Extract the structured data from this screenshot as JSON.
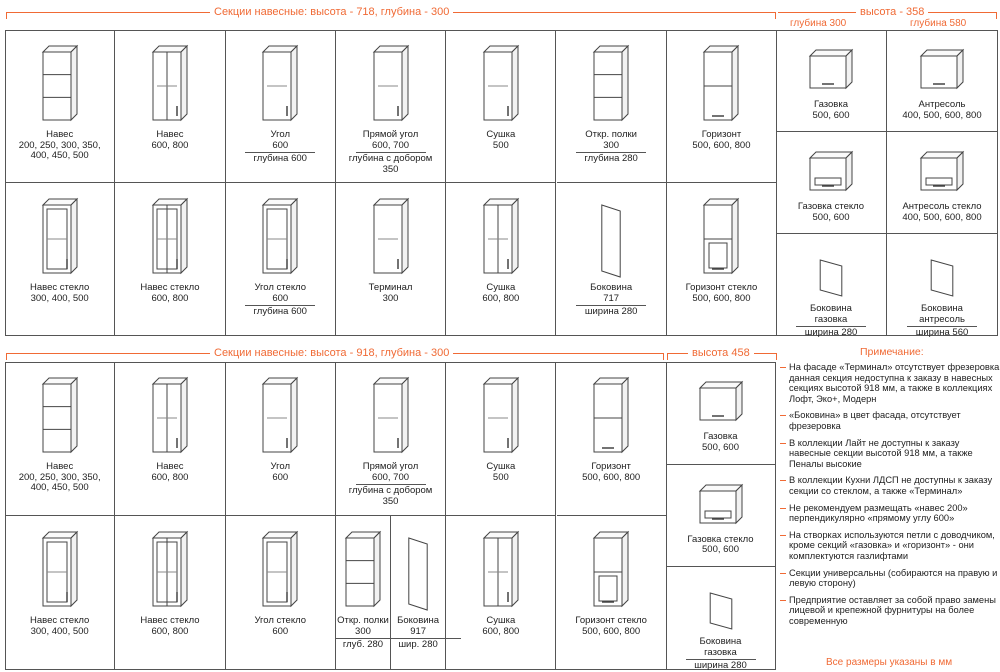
{
  "sections": {
    "top_title": "Секции навесные: высота - 718, глубина - 300",
    "top_side_title": "высота - 358",
    "top_side_sub1": "глубина 300",
    "top_side_sub2": "глубина 580",
    "bottom_title": "Секции навесные: высота - 918, глубина - 300",
    "bottom_side_title": "высота 458",
    "notes_title": "Примечание:"
  },
  "top_cells": [
    {
      "l1": "Навес",
      "l2": "200, 250, 300, 350,",
      "l3": "400, 450, 500",
      "icon": "cabinet-open-shelves-icon"
    },
    {
      "l1": "Навес",
      "l2": "600, 800",
      "l3": "",
      "icon": "cabinet-double-open-icon"
    },
    {
      "l1": "Угол",
      "l2": "600",
      "l3": "глубина 600",
      "icon": "corner-cabinet-icon"
    },
    {
      "l1": "Прямой угол",
      "l2": "600, 700",
      "l3": "глубина с добором",
      "l4": "350",
      "icon": "straight-corner-cabinet-icon"
    },
    {
      "l1": "Сушка",
      "l2": "500",
      "l3": "",
      "icon": "drying-cabinet-icon"
    },
    {
      "l1": "Откр. полки",
      "l2": "300",
      "l3": "глубина 280",
      "icon": "open-shelves-icon"
    },
    {
      "l1": "Горизонт",
      "l2": "500, 600, 800",
      "l3": "",
      "icon": "horizon-cabinet-icon"
    },
    {
      "l1": "Навес стекло",
      "l2": "300, 400, 500",
      "l3": "",
      "icon": "glass-cabinet-icon"
    },
    {
      "l1": "Навес стекло",
      "l2": "600, 800",
      "l3": "",
      "icon": "glass-double-cabinet-icon"
    },
    {
      "l1": "Угол стекло",
      "l2": "600",
      "l3": "глубина 600",
      "icon": "glass-corner-cabinet-icon"
    },
    {
      "l1": "Терминал",
      "l2": "300",
      "l3": "",
      "icon": "terminal-cabinet-icon"
    },
    {
      "l1": "Сушка",
      "l2": "600, 800",
      "l3": "",
      "icon": "drying-wide-cabinet-icon"
    },
    {
      "l1": "Боковина",
      "l2": "717",
      "l3": "ширина 280",
      "icon": "side-panel-icon"
    },
    {
      "l1": "Горизонт стекло",
      "l2": "500, 600, 800",
      "l3": "",
      "icon": "horizon-glass-cabinet-icon"
    }
  ],
  "top_side_cells": [
    {
      "l1": "Газовка",
      "l2": "500, 600",
      "l3": "",
      "icon": "gas-cabinet-icon"
    },
    {
      "l1": "Антресоль",
      "l2": "400, 500, 600, 800",
      "l3": "",
      "icon": "mezzanine-cabinet-icon"
    },
    {
      "l1": "Газовка стекло",
      "l2": "500, 600",
      "l3": "",
      "icon": "gas-glass-cabinet-icon"
    },
    {
      "l1": "Антресоль стекло",
      "l2": "400, 500, 600, 800",
      "l3": "",
      "icon": "mezzanine-glass-cabinet-icon"
    },
    {
      "l1": "Боковина",
      "l2": "газовка",
      "l3": "ширина 280",
      "icon": "side-panel-icon"
    },
    {
      "l1": "Боковина",
      "l2": "антресоль",
      "l3": "ширина 560",
      "icon": "side-panel-icon"
    }
  ],
  "bottom_cells": [
    {
      "l1": "Навес",
      "l2": "200, 250, 300, 350,",
      "l3": "400, 450, 500",
      "icon": "tall-cabinet-open-shelves-icon"
    },
    {
      "l1": "Навес",
      "l2": "600, 800",
      "l3": "",
      "icon": "tall-cabinet-double-open-icon"
    },
    {
      "l1": "Угол",
      "l2": "600",
      "l3": "",
      "icon": "tall-corner-cabinet-icon"
    },
    {
      "l1": "Прямой угол",
      "l2": "600, 700",
      "l3": "глубина с добором",
      "l4": "350",
      "icon": "tall-straight-corner-cabinet-icon"
    },
    {
      "l1": "Сушка",
      "l2": "500",
      "l3": "",
      "icon": "tall-drying-cabinet-icon"
    },
    {
      "l1": "Горизонт",
      "l2": "500, 600, 800",
      "l3": "",
      "icon": "tall-horizon-cabinet-icon"
    },
    {
      "l1": "Навес стекло",
      "l2": "300, 400, 500",
      "l3": "",
      "icon": "tall-glass-cabinet-icon"
    },
    {
      "l1": "Навес стекло",
      "l2": "600, 800",
      "l3": "",
      "icon": "tall-glass-double-cabinet-icon"
    },
    {
      "l1": "Угол стекло",
      "l2": "600",
      "l3": "",
      "icon": "tall-glass-corner-cabinet-icon"
    },
    {
      "l1": "Откр. полки",
      "l2": "300",
      "l3": "глуб. 280",
      "icon": "tall-open-shelves-icon"
    },
    {
      "l1": "Боковина",
      "l2": "917",
      "l3": "шир. 280",
      "icon": "tall-side-panel-icon"
    },
    {
      "l1": "Сушка",
      "l2": "600, 800",
      "l3": "",
      "icon": "tall-drying-wide-cabinet-icon"
    },
    {
      "l1": "Горизонт стекло",
      "l2": "500, 600, 800",
      "l3": "",
      "icon": "tall-horizon-glass-cabinet-icon"
    }
  ],
  "bottom_side_cells": [
    {
      "l1": "Газовка",
      "l2": "500, 600",
      "l3": "",
      "icon": "gas-cabinet-icon"
    },
    {
      "l1": "Газовка стекло",
      "l2": "500, 600",
      "l3": "",
      "icon": "gas-glass-cabinet-icon"
    },
    {
      "l1": "Боковина",
      "l2": "газовка",
      "l3": "ширина 280",
      "icon": "side-panel-icon"
    }
  ],
  "notes": [
    "На фасаде «Терминал» отсутствует фрезеровка, данная секция недоступна к заказу в навесных секциях высотой 918 мм, а также в коллекциях Лофт, Эко+, Модерн",
    "«Боковина» в цвет фасада, отсутствует фрезеровка",
    "В коллекции Лайт не доступны к заказу навесные секции высотой 918 мм, а также Пеналы высокие",
    "В коллекции Кухни ЛДСП не доступны к заказу секции со стеклом, а также «Терминал»",
    "Не рекомендуем размещать «навес 200» перпендикулярно «прямому углу 600»",
    "На створках используются петли с доводчиком, кроме секций «газовка» и «горизонт» - они комплектуются газлифтами",
    "Секции универсальны (собираются на правую и левую сторону)",
    "Предприятие оставляет за собой право замены лицевой и крепежной фурнитуры на более современную"
  ],
  "footer": "Все размеры указаны в мм",
  "colors": {
    "accent": "#f06a35",
    "line": "#555555"
  }
}
